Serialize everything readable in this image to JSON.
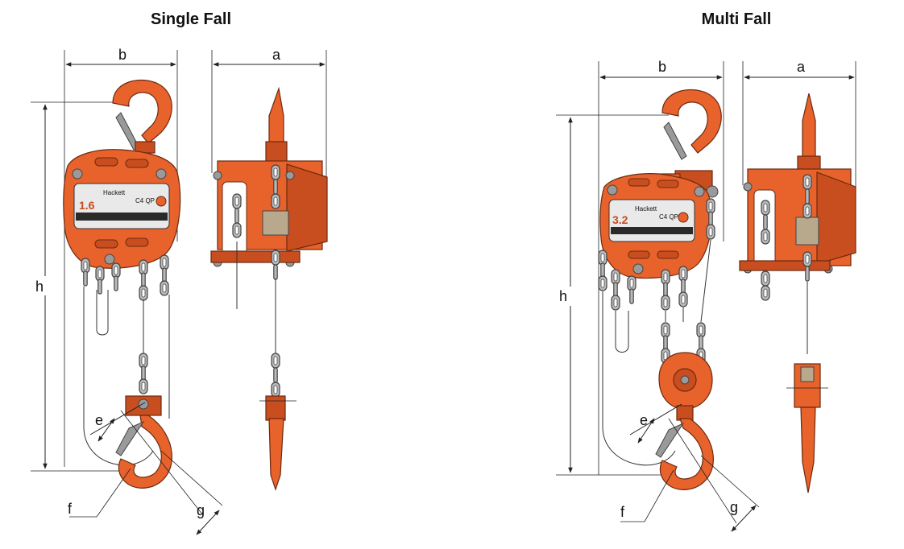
{
  "panels": [
    {
      "id": "single",
      "title": "Single Fall",
      "dims": {
        "a": "a",
        "b": "b",
        "h": "h",
        "e": "e",
        "f": "f",
        "g": "g"
      },
      "plate": {
        "capacity": "1.6",
        "model": "C4 QP",
        "brand": "Hackett"
      }
    },
    {
      "id": "multi",
      "title": "Multi Fall",
      "dims": {
        "a": "a",
        "b": "b",
        "h": "h",
        "e": "e",
        "f": "f",
        "g": "g"
      },
      "plate": {
        "capacity": "3.2",
        "model": "C4 QP",
        "brand": "Hackett"
      }
    }
  ],
  "colors": {
    "body": "#e8622c",
    "chain": "#b9b9b9",
    "line": "#222222"
  }
}
